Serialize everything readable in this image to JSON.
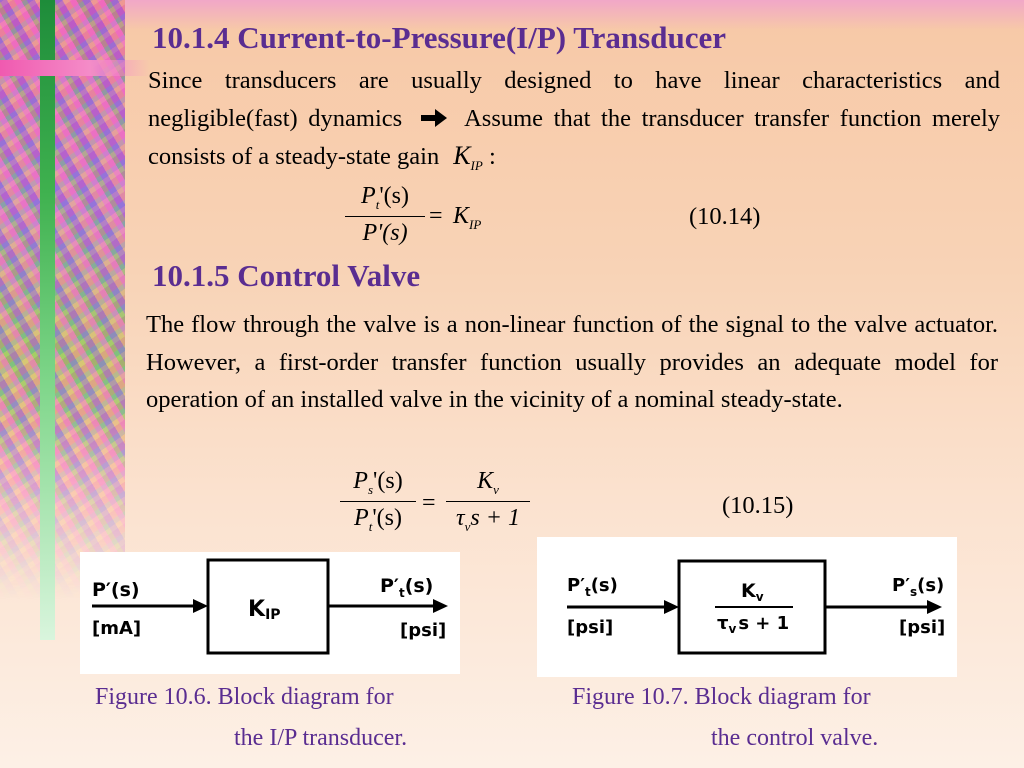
{
  "section1": {
    "title": "10.1.4 Current-to-Pressure(I/P) Transducer",
    "line1": "Since transducers are usually designed to have linear characteristics",
    "line2a": "and negligible(fast) dynamics",
    "line2b": "Assume that the transducer",
    "line3": "transfer function merely consists of a steady-state gain",
    "gain_symbol": "K",
    "gain_sub": "IP",
    "colon": ":"
  },
  "eq1": {
    "num_P": "P",
    "num_sub": "t",
    "num_rest": "'(s)",
    "den": "P'(s)",
    "equals": "=",
    "rhs": "K",
    "rhs_sub": "IP",
    "number": "(10.14)"
  },
  "section2": {
    "title": "10.1.5 Control Valve",
    "lines": [
      "The flow through the valve is a non-linear function of the signal to",
      "the valve actuator. However, a first-order transfer function usually",
      "provides an adequate model for operation of an installed valve in",
      "the vicinity of a nominal steady-state."
    ]
  },
  "eq2": {
    "num_P": "P",
    "num_sub": "s",
    "num_rest": "'(s)",
    "den_P": "P",
    "den_sub": "t",
    "den_rest": "'(s)",
    "equals": "=",
    "rhs_num": "K",
    "rhs_num_sub": "v",
    "rhs_den_tau": "τ",
    "rhs_den_sub": "v",
    "rhs_den_rest": "s + 1",
    "number": "(10.15)"
  },
  "fig6": {
    "input_label": "P′(s)",
    "input_unit": "[mA]",
    "block": "K",
    "block_sub": "IP",
    "output_label": "P′",
    "output_sub": "t",
    "output_rest": "(s)",
    "output_unit": "[psi]",
    "caption_line1": "Figure 10.6. Block diagram for",
    "caption_line2": "the I/P transducer."
  },
  "fig7": {
    "input_label": "P′",
    "input_sub": "t",
    "input_rest": "(s)",
    "input_unit": "[psi]",
    "block_num": "K",
    "block_num_sub": "v",
    "block_den_a": "τ",
    "block_den_sub": "v",
    "block_den_b": "s + 1",
    "output_label": "P′",
    "output_sub": "s",
    "output_rest": "(s)",
    "output_unit": "[psi]",
    "caption_line1": "Figure 10.7. Block diagram for",
    "caption_line2": "the control valve."
  },
  "colors": {
    "heading": "#5a2d91",
    "caption": "#5a2d91",
    "text": "#000000"
  },
  "icons": [
    "right-arrow-icon"
  ]
}
